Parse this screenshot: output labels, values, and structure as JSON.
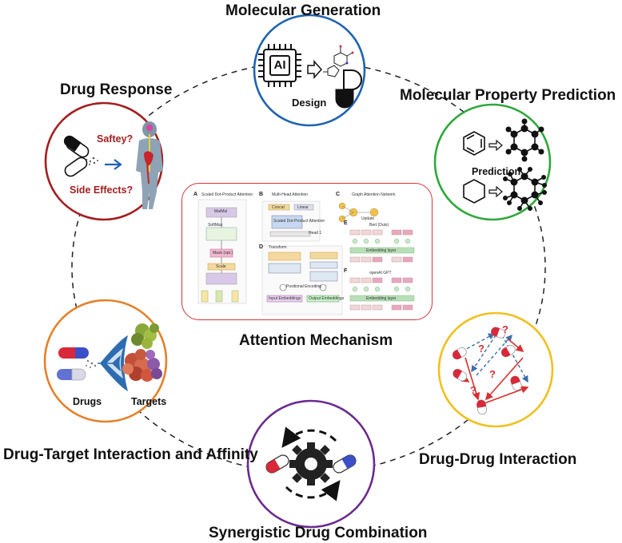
{
  "labels": {
    "molecular_generation": "Molecular Generation",
    "drug_response": "Drug Response",
    "molecular_property_prediction": "Molecular Property Prediction",
    "attention_mechanism": "Attention Mechanism",
    "drug_target_interaction": "Drug-Target Interaction and Affinity",
    "drug_drug_interaction": "Drug-Drug Interaction",
    "synergistic_drug_combination": "Synergistic Drug Combination"
  },
  "inner_text": {
    "design": "Design",
    "ai_chip": "AI",
    "safety": "Saftey?",
    "side_effects": "Side Effects?",
    "prediction": "Prediction",
    "drugs": "Drugs",
    "targets": "Targets",
    "question_mark": "?"
  },
  "attention_panel": {
    "panel_a_title": "Scaled Dot-Product Attention",
    "panel_b_title": "Multi-Head Attention",
    "panel_c_title": "Graph Attention Network",
    "panel_d_title": "Transform",
    "bert_title": "Bert (Duts)",
    "gpt_title": "openAI GPT",
    "matmul": "MatMul",
    "softmax": "SoftMax",
    "mask": "Mask (opt.)",
    "scale": "Scale",
    "concat": "Concat",
    "linear": "Linear",
    "scaled_dot_product": "Scaled Dot-Product Attention",
    "head": "Head 1",
    "positional_encoding": "Positional Encoding",
    "input_embeddings": "Input Embeddings",
    "output_embeddings": "Output Embeddings",
    "embedding_layer": "Embedding layer",
    "update": "Update",
    "letters": [
      "A",
      "B",
      "C",
      "D",
      "E",
      "F"
    ]
  },
  "colors": {
    "top_circle": "#1f63b0",
    "left_circle": "#a31f1f",
    "right_circle": "#2ea83a",
    "lower_left_circle": "#e4812a",
    "lower_right_circle": "#f0c020",
    "bottom_circle": "#6a2a8e",
    "center_border": "#d0343e",
    "question_red": "#d83030",
    "arrow_blue": "#3a6fa8"
  }
}
